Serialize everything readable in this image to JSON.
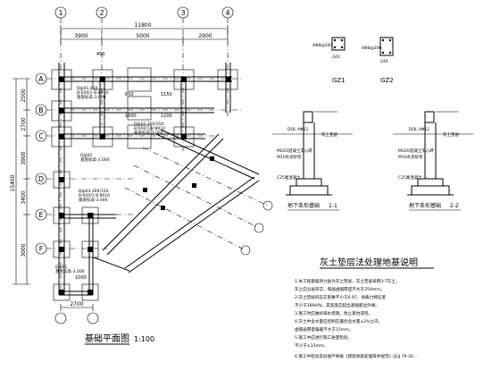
{
  "plan": {
    "title": "基础平面图",
    "scale": "1:100",
    "overall_width": "11800",
    "spans_top": [
      "3900",
      "5000",
      "2900"
    ],
    "overall_height": "15400",
    "spans_left": [
      "2500",
      "2700",
      "3900",
      "3400",
      "3000"
    ],
    "bottom_dim": "2700",
    "spot_dims": [
      "850",
      "1000",
      "1150",
      "1200",
      "450",
      "1000"
    ],
    "grid_top": [
      "1",
      "2",
      "3",
      "4"
    ],
    "grid_left": [
      "A",
      "B",
      "C",
      "D",
      "E",
      "F"
    ],
    "footings": [
      {
        "id": "DJp01,450",
        "spec": "B:650/1 B:8010",
        "elev": "基底标高-3.000"
      },
      {
        "id": "DJp02,300/150",
        "spec": "B:650/1 B:8010",
        "elev": "基底标高-3.000"
      },
      {
        "id": "DJp03,300/150",
        "spec": "B:650/1 B:8010",
        "elev": "基底标高-3.000"
      },
      {
        "id": "DJp01",
        "spec": "",
        "elev": "基底标高-3.000"
      },
      {
        "id": "DJp02",
        "spec": "",
        "elev": "基底标高-3.000"
      }
    ]
  },
  "columns": {
    "gz1": {
      "name": "GZ1",
      "note": "4Φ8@200",
      "dim": "240"
    },
    "gz2": {
      "name": "GZ2",
      "note": "4Φ8@200",
      "dim": "240"
    }
  },
  "sections": {
    "s1": {
      "title": "地下条形基础",
      "label": "1-1",
      "note1": "DQL 4Φ12",
      "note2": "MU20混凝土实心砖",
      "note3": "M10水泥砂浆",
      "note4": "C25素混凝土",
      "tag": "灰土垫层"
    },
    "s2": {
      "title": "地下条形基础",
      "label": "2-2",
      "note1": "DQL 4Φ12",
      "note2": "MU20混凝土实心砖",
      "note3": "M10水泥砂浆",
      "note4": "C25素混凝土",
      "tag": "灰土垫层"
    }
  },
  "notes": {
    "title": "灰土垫层法处理地基说明",
    "items": [
      "1.本工程基础持力层为灰土垫层，灰土垫层采用3:7灰土，",
      "   灰土应分层夯实，每层虚铺厚度不大于250mm。",
      "2.灰土垫层的压实系数不小于0.97，承载力特征值",
      "   不小于180kPa，其宽度应超出基础底边外缘。",
      "3.施工时应做好排水措施，防止基坑浸泡。",
      "4.灰土中含水量应控制在最优含水量±2%之内，",
      "   虚铺层厚度偏差不大于15mm。",
      "5.施工中应进行施工质量检验，",
      "   不小于±15mm。",
      "6.施工中检验及验收严格按《建筑地基处理技术规范》(JGJ 79-20..."
    ]
  }
}
